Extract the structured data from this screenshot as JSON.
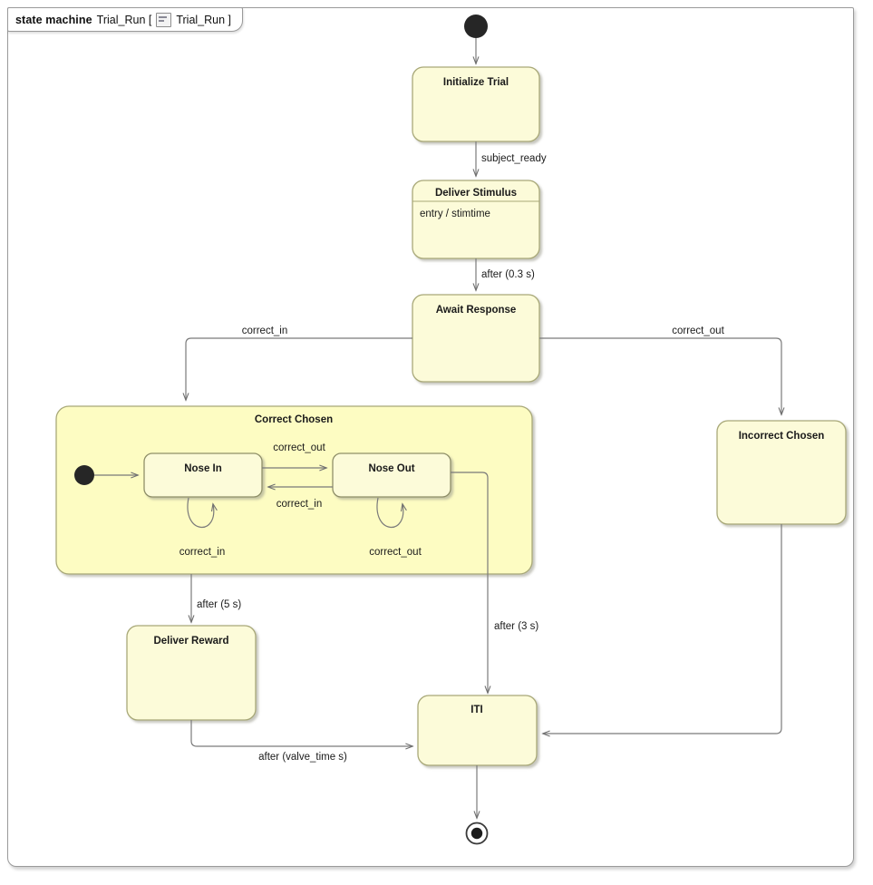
{
  "header": {
    "keyword": "state machine",
    "name": "Trial_Run [",
    "icon": "state-machine-diagram-icon",
    "tab_name": "Trial_Run ]"
  },
  "colors": {
    "state_fill": "#fcfbd9",
    "composite_fill": "#fdfcc2",
    "state_border": "#a8a878",
    "line": "#7a7a7a",
    "frame_border": "#9a9a9a",
    "text": "#1a1a1a",
    "initial_node": "#262626"
  },
  "diagram": {
    "type": "uml-state-machine",
    "title": "Trial_Run",
    "states": [
      {
        "id": "initialize_trial",
        "label": "Initialize Trial",
        "kind": "simple"
      },
      {
        "id": "deliver_stimulus",
        "label": "Deliver Stimulus",
        "kind": "simple",
        "entry": "entry / stimtime"
      },
      {
        "id": "await_response",
        "label": "Await Response",
        "kind": "simple"
      },
      {
        "id": "correct_chosen",
        "label": "Correct Chosen",
        "kind": "composite"
      },
      {
        "id": "nose_in",
        "label": "Nose In",
        "kind": "simple",
        "parent": "correct_chosen"
      },
      {
        "id": "nose_out",
        "label": "Nose Out",
        "kind": "simple",
        "parent": "correct_chosen"
      },
      {
        "id": "incorrect_chosen",
        "label": "Incorrect Chosen",
        "kind": "simple"
      },
      {
        "id": "deliver_reward",
        "label": "Deliver Reward",
        "kind": "simple"
      },
      {
        "id": "iti",
        "label": "ITI",
        "kind": "simple"
      }
    ],
    "pseudostates": [
      {
        "id": "initial_top",
        "kind": "initial"
      },
      {
        "id": "initial_correct",
        "kind": "initial",
        "parent": "correct_chosen"
      },
      {
        "id": "final",
        "kind": "final"
      }
    ],
    "transitions": [
      {
        "from": "initial_top",
        "to": "initialize_trial",
        "label": ""
      },
      {
        "from": "initialize_trial",
        "to": "deliver_stimulus",
        "label": "subject_ready"
      },
      {
        "from": "deliver_stimulus",
        "to": "await_response",
        "label": "after (0.3 s)"
      },
      {
        "from": "await_response",
        "to": "correct_chosen",
        "label": "correct_in"
      },
      {
        "from": "await_response",
        "to": "incorrect_chosen",
        "label": "correct_out"
      },
      {
        "from": "initial_correct",
        "to": "nose_in",
        "label": ""
      },
      {
        "from": "nose_in",
        "to": "nose_out",
        "label": "correct_out"
      },
      {
        "from": "nose_out",
        "to": "nose_in",
        "label": "correct_in"
      },
      {
        "from": "nose_in",
        "to": "nose_in",
        "label": "correct_in"
      },
      {
        "from": "nose_out",
        "to": "nose_out",
        "label": "correct_out"
      },
      {
        "from": "correct_chosen",
        "to": "deliver_reward",
        "label": "after (5 s)"
      },
      {
        "from": "nose_out",
        "to": "iti",
        "label": "after (3 s)"
      },
      {
        "from": "deliver_reward",
        "to": "iti",
        "label": "after (valve_time s)"
      },
      {
        "from": "incorrect_chosen",
        "to": "iti",
        "label": ""
      },
      {
        "from": "iti",
        "to": "final",
        "label": ""
      }
    ]
  },
  "labels": {
    "initialize_trial": "Initialize Trial",
    "deliver_stimulus": "Deliver Stimulus",
    "deliver_stimulus_entry": "entry / stimtime",
    "await_response": "Await Response",
    "correct_chosen": "Correct Chosen",
    "nose_in": "Nose In",
    "nose_out": "Nose Out",
    "incorrect_chosen": "Incorrect Chosen",
    "deliver_reward": "Deliver Reward",
    "iti": "ITI",
    "t_subject_ready": "subject_ready",
    "t_after_03": "after (0.3 s)",
    "t_correct_in_left": "correct_in",
    "t_correct_out_right": "correct_out",
    "t_correct_out_inner": "correct_out",
    "t_correct_in_inner": "correct_in",
    "t_self_nose_in": "correct_in",
    "t_self_nose_out": "correct_out",
    "t_after_5": "after (5 s)",
    "t_after_3": "after (3 s)",
    "t_after_valve": "after (valve_time s)"
  }
}
